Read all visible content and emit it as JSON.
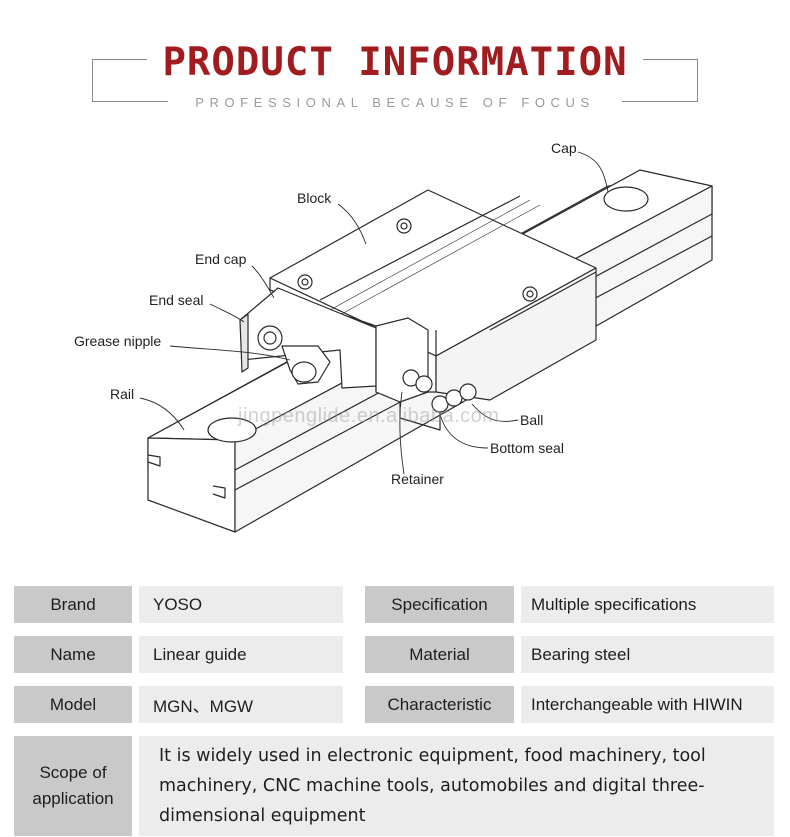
{
  "header": {
    "title": "PRODUCT INFORMATION",
    "subtitle": "PROFESSIONAL BECAUSE OF FOCUS"
  },
  "diagram": {
    "labels": {
      "cap": "Cap",
      "block": "Block",
      "end_cap": "End cap",
      "end_seal": "End seal",
      "grease_nipple": "Grease nipple",
      "rail": "Rail",
      "ball": "Ball",
      "bottom_seal": "Bottom seal",
      "retainer": "Retainer"
    },
    "watermark": "jingpenglide.en.alibaba.com"
  },
  "specs": {
    "brand_label": "Brand",
    "brand_value": "YOSO",
    "specification_label": "Specification",
    "specification_value": "Multiple specifications",
    "name_label": "Name",
    "name_value": "Linear guide",
    "material_label": "Material",
    "material_value": "Bearing steel",
    "model_label": "Model",
    "model_value": "MGN、MGW",
    "characteristic_label": "Characteristic",
    "characteristic_value": "Interchangeable with HIWIN",
    "scope_label": "Scope of application",
    "scope_value": "It is widely used in electronic equipment, food machinery, tool machinery, CNC machine tools, automobiles and digital three-dimensional equipment"
  },
  "colors": {
    "title": "#a01c1e",
    "label_bg": "#c9c9c9",
    "value_bg": "#ececec"
  }
}
